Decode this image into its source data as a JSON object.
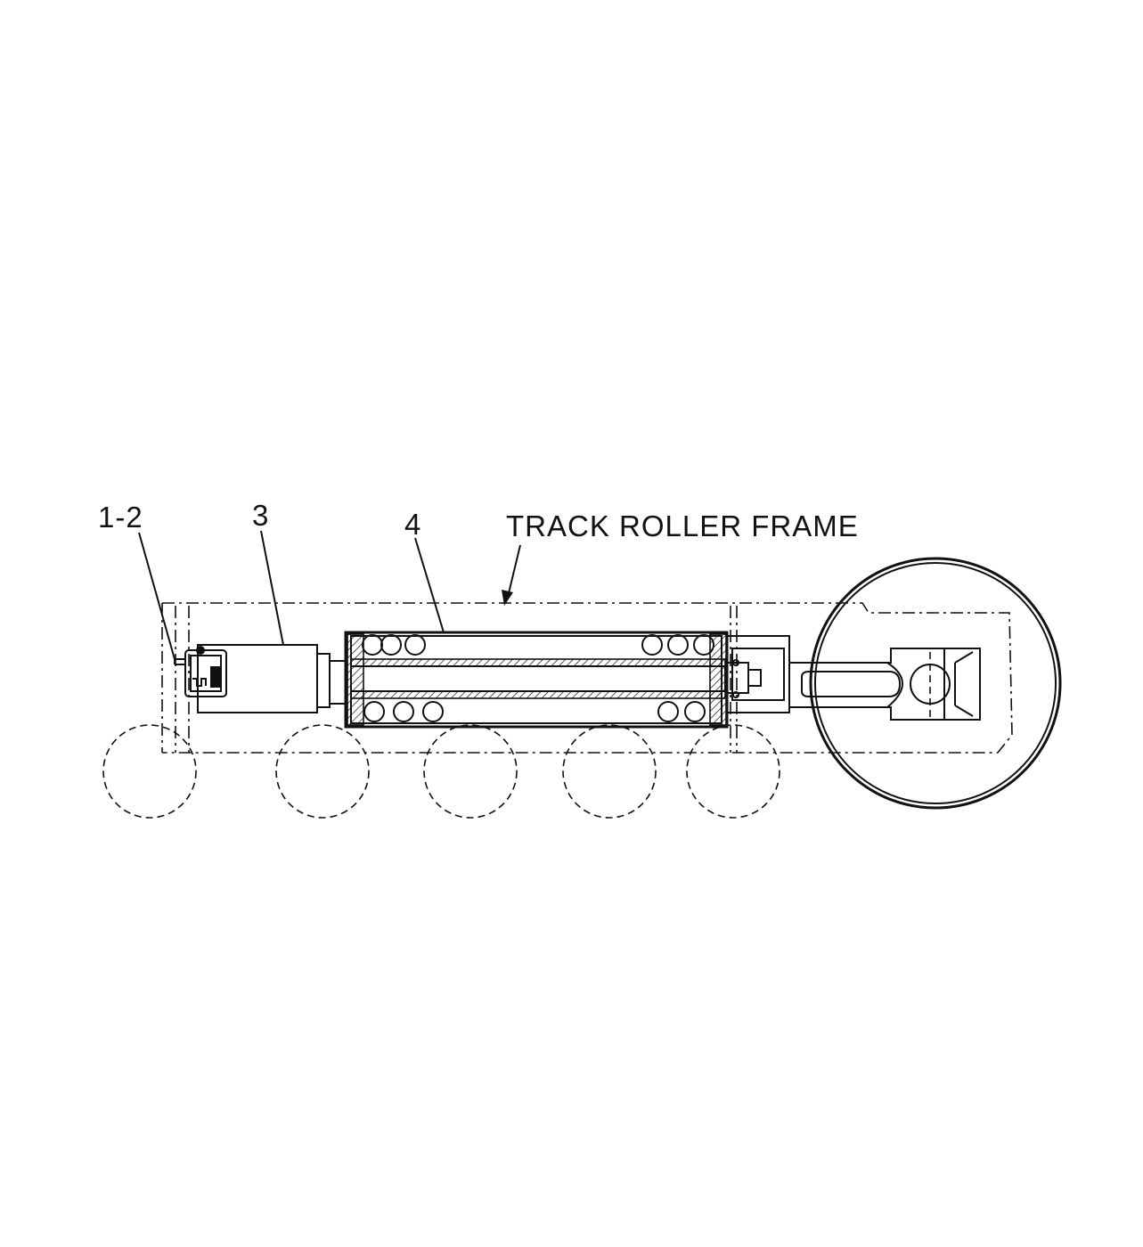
{
  "labels": {
    "part_1_2": "1-2",
    "part_3": "3",
    "part_4": "4",
    "frame": "TRACK ROLLER FRAME"
  },
  "colors": {
    "line": "#111111",
    "background": "#ffffff"
  }
}
